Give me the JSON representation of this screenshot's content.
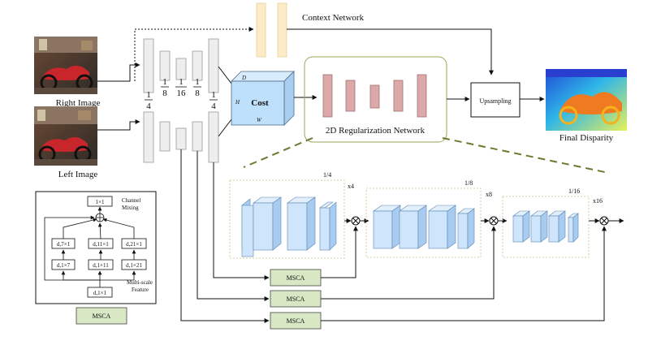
{
  "inputs": {
    "right_image_label": "Right Image",
    "left_image_label": "Left Image"
  },
  "feature_extractor": {
    "fractions": [
      {
        "num": "1",
        "den": "4"
      },
      {
        "num": "1",
        "den": "8"
      },
      {
        "num": "1",
        "den": "16"
      },
      {
        "num": "1",
        "den": "8"
      },
      {
        "num": "1",
        "den": "4"
      }
    ]
  },
  "context_network_label": "Context Network",
  "cost_volume": {
    "label": "Cost",
    "dim_d": "D",
    "dim_h": "H",
    "dim_w": "W"
  },
  "regularization_label": "2D Regularization Network",
  "upsampling_label": "Upsampling",
  "output_label": "Final Disparity",
  "detail": {
    "stages": [
      {
        "scale": "1/4",
        "repeat": "x4"
      },
      {
        "scale": "1/8",
        "repeat": "x8"
      },
      {
        "scale": "1/16",
        "repeat": "x16"
      }
    ],
    "msca_label": "MSCA"
  },
  "legend": {
    "top_box": "1×1",
    "top_note_line1": "Channel",
    "top_note_line2": "Mixing",
    "row1": [
      "d,7×1",
      "d,11×1",
      "d,21×1"
    ],
    "row2": [
      "d,1×7",
      "d,1×11",
      "d,1×21"
    ],
    "bottom_box": "d,1×1",
    "bottom_note_line1": "Multi-scale",
    "bottom_note_line2": "Feature",
    "module_label": "MSCA"
  },
  "colors": {
    "feature_fill": "#eeeeee",
    "context_fill": "#fdebc8",
    "cost_fill": "#bfe0fa",
    "reg_fill": "#dba9a8",
    "msca_fill": "#d8e7c4",
    "dash_green": "#6b7a2e"
  }
}
